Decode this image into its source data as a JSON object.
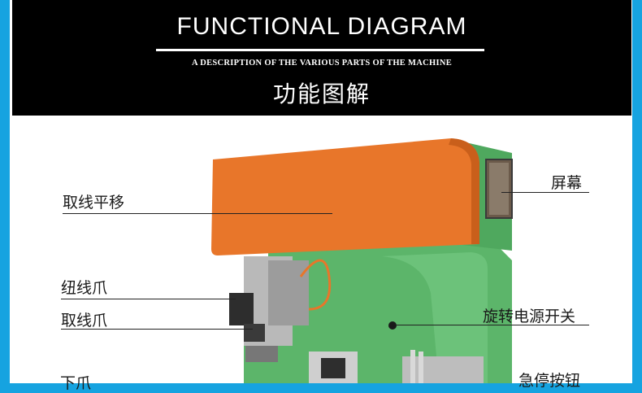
{
  "header": {
    "title": "FUNCTIONAL DIAGRAM",
    "subtitle": "A DESCRIPTION OF THE VARIOUS PARTS OF THE MACHINE",
    "title_cn": "功能图解"
  },
  "labels": {
    "wire_pick_traverse": "取线平移",
    "twist_claw": "纽线爪",
    "wire_pick_claw": "取线爪",
    "lower_claw": "下爪",
    "screen": "屏幕",
    "rotary_power_switch": "旋转电源开关",
    "emergency_stop_button": "急停按钮"
  },
  "colors": {
    "background_blue": "#16a3e0",
    "header_black": "#000000",
    "housing_orange": "#e8762a",
    "frame_green": "#5cb56a"
  }
}
